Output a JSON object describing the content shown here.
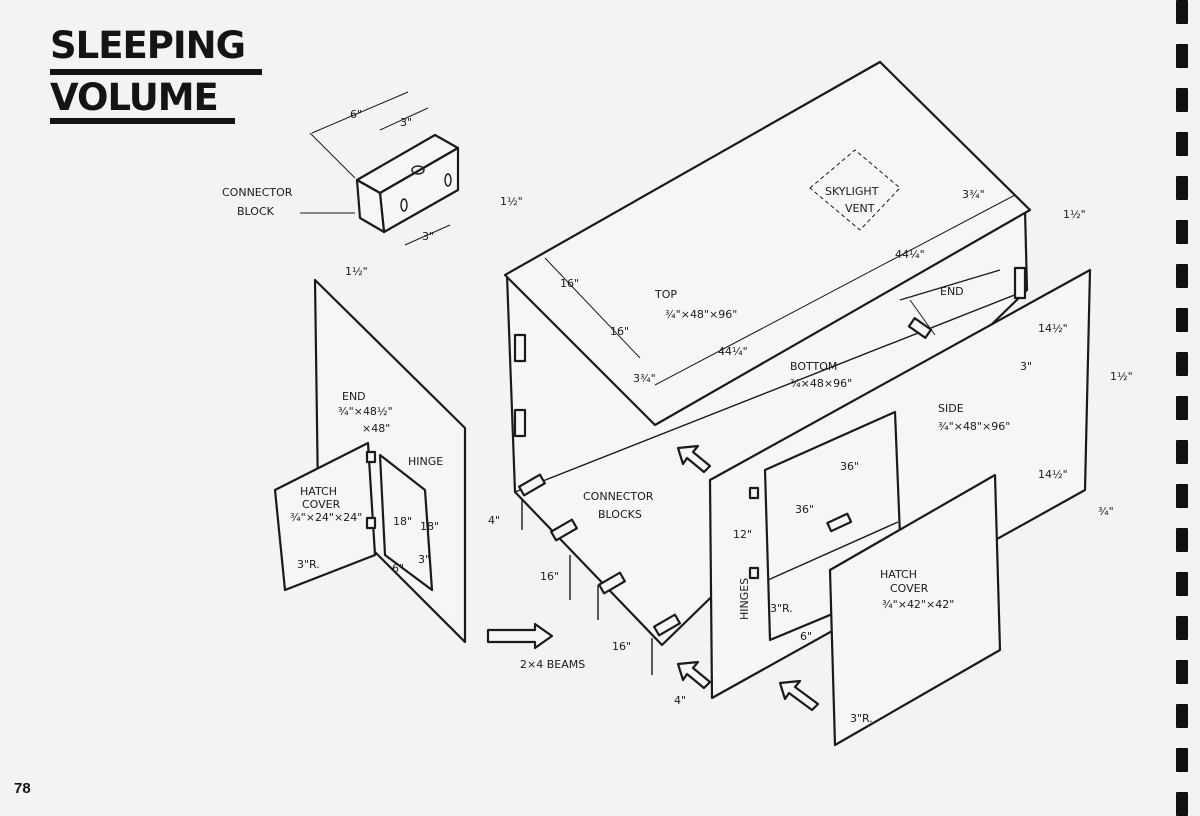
{
  "title_line1": "SLEEPING",
  "title_line2": "VOLUME",
  "page_number": "78",
  "labels": {
    "connector_block_1": "CONNECTOR",
    "connector_block_2": "BLOCK",
    "cb_6": "6\"",
    "cb_3_top": "3\"",
    "cb_1half_right": "1½\"",
    "cb_3_bottom": "3\"",
    "cb_1half_bottom": "1½\"",
    "skylight_1": "SKYLIGHT",
    "skylight_2": "VENT",
    "top_1": "TOP",
    "top_2": "¾\"×48\"×96\"",
    "dim_16a": "16\"",
    "dim_16b": "16\"",
    "dim_44a": "44¼\"",
    "dim_44b": "44¼\"",
    "dim_3_75a": "3¾\"",
    "dim_3_75b": "3¾\"",
    "dim_1half_top": "1½\"",
    "end_right": "END",
    "bottom_1": "BOTTOM",
    "bottom_2": "¾×48×96\"",
    "dim_14a": "14½\"",
    "dim_3": "3\"",
    "dim_1half_side": "1½\"",
    "side_1": "SIDE",
    "side_2": "¾\"×48\"×96\"",
    "dim_14b": "14½\"",
    "dim_3_4": "¾\"",
    "end_left_1": "END",
    "end_left_2": "¾\"×48½\"",
    "end_left_3": "×48\"",
    "hinge": "HINGE",
    "hatch_left_1": "HATCH",
    "hatch_left_2": "COVER",
    "hatch_left_3": "¾\"×24\"×24\"",
    "dim_18a": "18\"",
    "dim_18b": "18\"",
    "dim_3r_left": "3\"R.",
    "dim_3_left": "3\"",
    "dim_6_left": "6\"",
    "connector_blocks_1": "CONNECTOR",
    "connector_blocks_2": "BLOCKS",
    "dim_4a": "4\"",
    "dim_16c": "16\"",
    "dim_16d": "16\"",
    "beams": "2×4 BEAMS",
    "dim_4b": "4\"",
    "dim_12": "12\"",
    "dim_36a": "36\"",
    "dim_36b": "36\"",
    "hinges": "HINGES",
    "dim_3r_side": "3\"R.",
    "dim_6_side": "6\"",
    "hatch_right_1": "HATCH",
    "hatch_right_2": "COVER",
    "hatch_right_3": "¾\"×42\"×42\"",
    "dim_3r_right": "3\"R."
  }
}
